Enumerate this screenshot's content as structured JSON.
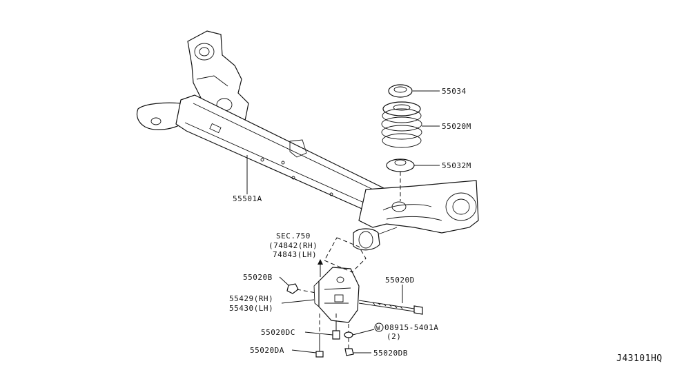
{
  "diagram": {
    "code": "J43101HQ",
    "labels": {
      "p55034": "55034",
      "p55020m": "55020M",
      "p55032m": "55032M",
      "p55501a": "55501A",
      "sec": "SEC.750",
      "sec_rh": "(74842(RH)",
      "sec_lh": "74843(LH)",
      "p55020b": "55020B",
      "p55429": "55429(RH)",
      "p55430": "55430(LH)",
      "p55020d": "55020D",
      "p55020dc": "55020DC",
      "p08915": "08915-5401A",
      "p08915_qty": "(2)",
      "p08915_mark": "W",
      "p55020da": "55020DA",
      "p55020db": "55020DB"
    }
  }
}
